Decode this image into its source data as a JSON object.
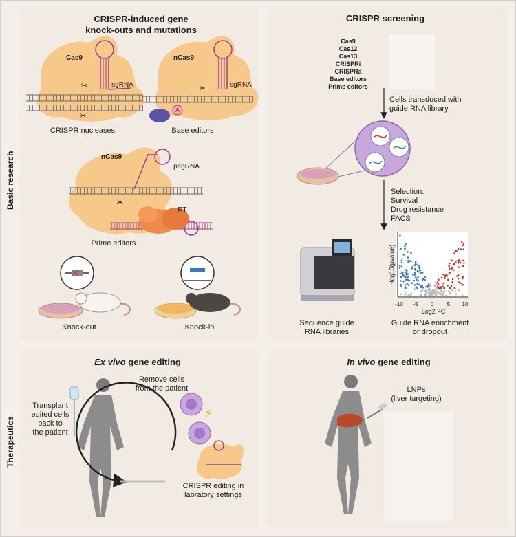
{
  "side_labels": {
    "basic": "Basic research",
    "therapeutics": "Therapeutics"
  },
  "crispr_ko": {
    "title_line1": "CRISPR-induced gene",
    "title_line2": "knock-outs and mutations",
    "cas9": "Cas9",
    "sgrna": "sgRNA",
    "nucleases": "CRISPR nucleases",
    "ncas9": "nCas9",
    "sgrna2": "sgRNA",
    "base_editors": "Base editors",
    "base_letter": "A",
    "ncas9_prime": "nCas9",
    "pegrna": "pegRNA",
    "rt": "RT",
    "prime_editors": "Prime editors",
    "knockout": "Knock-out",
    "knockin": "Knock-in"
  },
  "screening": {
    "title": "CRISPR screening",
    "enzymes": [
      "Cas9",
      "Cas12",
      "Cas13",
      "CRISPRi",
      "CRISPRa",
      "Base editors",
      "Prime editors"
    ],
    "transduced_line1": "Cells transduced with",
    "transduced_line2": "guide RNA library",
    "selection_title": "Selection:",
    "selection_items": [
      "Survival",
      "Drug resistance",
      "FACS"
    ],
    "sequence_line1": "Sequence guide",
    "sequence_line2": "RNA libraries",
    "enrich_line1": "Guide RNA enrichment",
    "enrich_line2": "or dropout",
    "plot_ylabel": "-log10(pvalue)",
    "plot_xlabel": "Log2 FC",
    "xticks": [
      "-10",
      "-5",
      "0",
      "5",
      "10"
    ]
  },
  "exvivo": {
    "title_italic": "Ex vivo",
    "title_rest": " gene editing",
    "remove_line1": "Remove cells",
    "remove_line2": "from the patient",
    "transplant_line1": "Transplant",
    "transplant_line2": "edited cells",
    "transplant_line3": "back to",
    "transplant_line4": "the patient",
    "editing_line1": "CRISPR editing in",
    "editing_line2": "labratory settings"
  },
  "invivo": {
    "title_italic": "In vivo",
    "title_rest": " gene editing",
    "lnps_line1": "LNPs",
    "lnps_line2": "(liver targeting)"
  },
  "colors": {
    "panel": "#f2ebe4",
    "protein": "#f6c98a",
    "rna": "#8a3d83",
    "cell": "#c9a6de",
    "blue_dots": "#3a7bbf",
    "red_dots": "#c0392b"
  }
}
